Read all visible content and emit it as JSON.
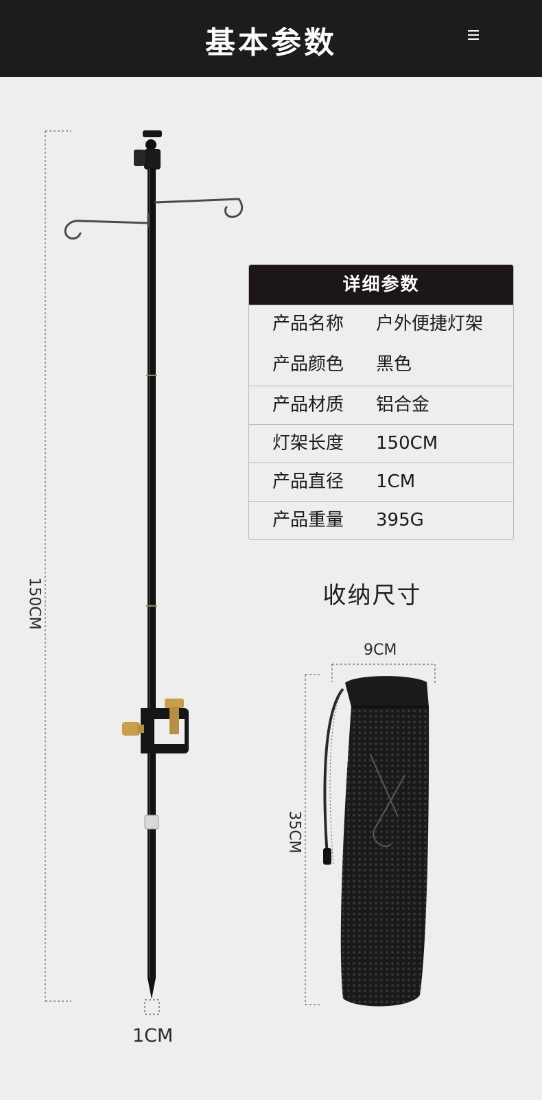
{
  "header": {
    "title": "基本参数",
    "menu_icon": "hamburger-menu-icon"
  },
  "stand_figure": {
    "height_label": "150CM",
    "diameter_label": "1CM"
  },
  "spec_table": {
    "title": "详细参数",
    "rows": [
      {
        "label": "产品名称",
        "value": "户外便捷灯架"
      },
      {
        "label": "产品颜色",
        "value": "黑色"
      },
      {
        "label": "产品材质",
        "value": "铝合金"
      },
      {
        "label": "灯架长度",
        "value": "150CM"
      },
      {
        "label": "产品直径",
        "value": "1CM"
      },
      {
        "label": "产品重量",
        "value": "395G"
      }
    ]
  },
  "storage": {
    "title": "收纳尺寸",
    "width_label": "9CM",
    "height_label": "35CM"
  },
  "colors": {
    "header_bg": "#1c1c1c",
    "page_bg": "#eeeeee",
    "table_head_bg": "#1d1616",
    "brass": "#c9a04a"
  }
}
